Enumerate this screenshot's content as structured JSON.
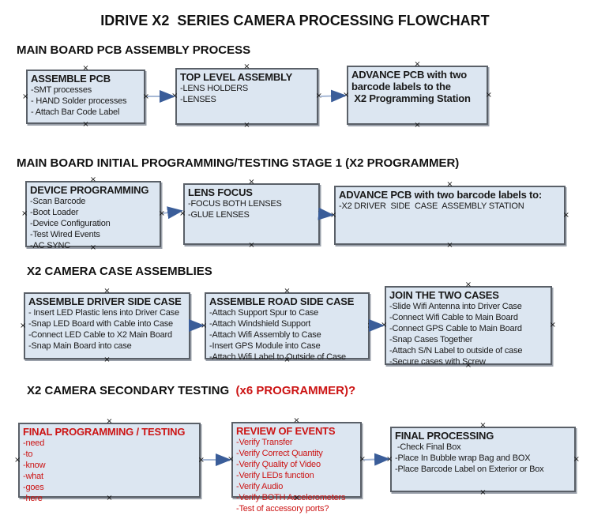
{
  "title": "IDRIVE X2  SERIES CAMERA PROCESSING FLOWCHART",
  "icons": {
    "handle": "×"
  },
  "colors": {
    "box_fill": "#dce6f1",
    "box_border": "#5a6068",
    "red_text": "#cc1414",
    "arrow_line": "#a6b8d5",
    "arrow_head": "#3a5d99"
  },
  "sections": [
    {
      "heading": "MAIN BOARD PCB ASSEMBLY PROCESS",
      "heading_red": "",
      "boxes": [
        {
          "title": "ASSEMBLE PCB",
          "items": [
            "-SMT processes",
            "- HAND Solder processes",
            "- Attach Bar Code Label"
          ]
        },
        {
          "title": "TOP LEVEL ASSEMBLY",
          "items": [
            "-LENS HOLDERS",
            "-LENSES"
          ]
        },
        {
          "title": "ADVANCE PCB with two\nbarcode labels to the\n X2 Programming Station",
          "items": []
        }
      ]
    },
    {
      "heading": "MAIN BOARD INITIAL PROGRAMMING/TESTING STAGE 1 (X2 PROGRAMMER)",
      "heading_red": "",
      "boxes": [
        {
          "title": "DEVICE PROGRAMMING",
          "items": [
            "-Scan Barcode",
            "-Boot Loader",
            "-Device Configuration",
            "-Test Wired Events",
            "-AC SYNC"
          ]
        },
        {
          "title": "LENS FOCUS",
          "items": [
            "-FOCUS BOTH LENSES",
            "-GLUE LENSES"
          ]
        },
        {
          "title": "ADVANCE PCB with two barcode labels to:",
          "items": [
            "-X2 DRIVER  SIDE  CASE  ASSEMBLY STATION"
          ]
        }
      ]
    },
    {
      "heading": "X2 CAMERA CASE ASSEMBLIES",
      "heading_red": "",
      "boxes": [
        {
          "title": "ASSEMBLE DRIVER SIDE CASE",
          "items": [
            "- Insert LED Plastic lens into Driver Case",
            "-Snap LED Board with Cable into Case",
            "-Connect LED Cable to X2 Main Board",
            "-Snap Main Board into case"
          ]
        },
        {
          "title": "ASSEMBLE ROAD SIDE CASE",
          "items": [
            "-Attach Support Spur to Case",
            "-Attach Windshield Support",
            "-Attach Wifi Assembly to Case",
            "-Insert GPS Module into Case",
            "-Attach Wifi Label to Outside of Case"
          ]
        },
        {
          "title": "JOIN THE TWO CASES",
          "items": [
            "-Slide Wifi Antenna into Driver Case",
            "-Connect Wifi Cable to Main Board",
            "-Connect GPS Cable to Main Board",
            "-Snap Cases Together",
            "-Attach S/N Label to outside of case",
            "-Secure cases with Screw"
          ]
        }
      ]
    },
    {
      "heading": "X2 CAMERA SECONDARY TESTING ",
      "heading_red": " (x6 PROGRAMMER)?",
      "boxes": [
        {
          "title": "FINAL PROGRAMMING / TESTING",
          "items": [
            "-need",
            "-to",
            "-know",
            "-what",
            "-goes",
            "-here"
          ]
        },
        {
          "title": "REVIEW OF EVENTS",
          "items": [
            "-Verify Transfer",
            "-Verify Correct Quantity",
            "-Verify Quality of Video",
            "-Verify LEDs function",
            "-Verify Audio",
            "-Verify BOTH Accelerometers",
            "-Test of accessory ports?"
          ]
        },
        {
          "title": "FINAL PROCESSING",
          "items": [
            " -Check Final Box",
            "-Place In Bubble wrap Bag and BOX",
            "-Place Barcode Label on Exterior or Box"
          ]
        }
      ]
    }
  ]
}
